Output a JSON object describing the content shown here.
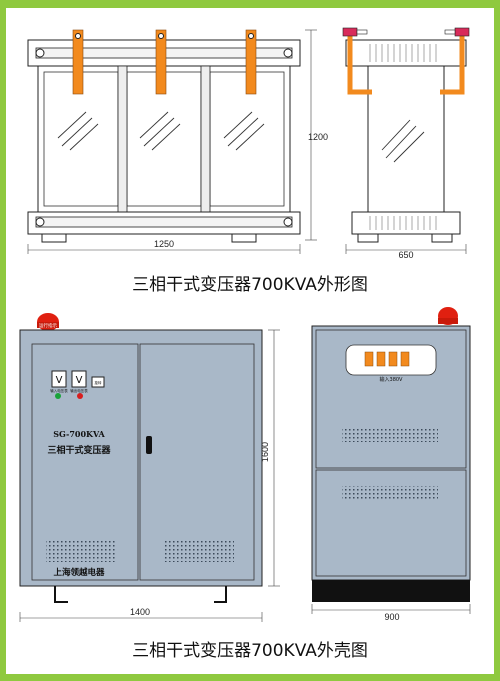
{
  "transformer": {
    "caption": "三相干式变压器700KVA外形图",
    "dim_width_front": "1250",
    "dim_height": "1200",
    "dim_width_side": "650"
  },
  "cabinet": {
    "caption": "三相干式变压器700KVA外壳图",
    "dim_width_front": "1400",
    "dim_height": "1600",
    "dim_width_side": "900",
    "warning_lamp_label": "运行指示",
    "voltmeter_symbol": "V",
    "meter_label_left": "输入电压表",
    "meter_label_right": "输出电压表",
    "switch_label": "旋转",
    "model": "SG-700KVA",
    "product_name": "三相干式变压器",
    "maker": "上海领越电器",
    "input_label": "输入380V"
  },
  "colors": {
    "border": "#8fc93f",
    "cabinet": "#a9b8c8",
    "terminal": "#f28a1e",
    "insulator": "#d82b5a",
    "lamp": "#e02010",
    "indicator_green": "#1aa33a",
    "indicator_red": "#d81e1e",
    "base": "#111111"
  }
}
